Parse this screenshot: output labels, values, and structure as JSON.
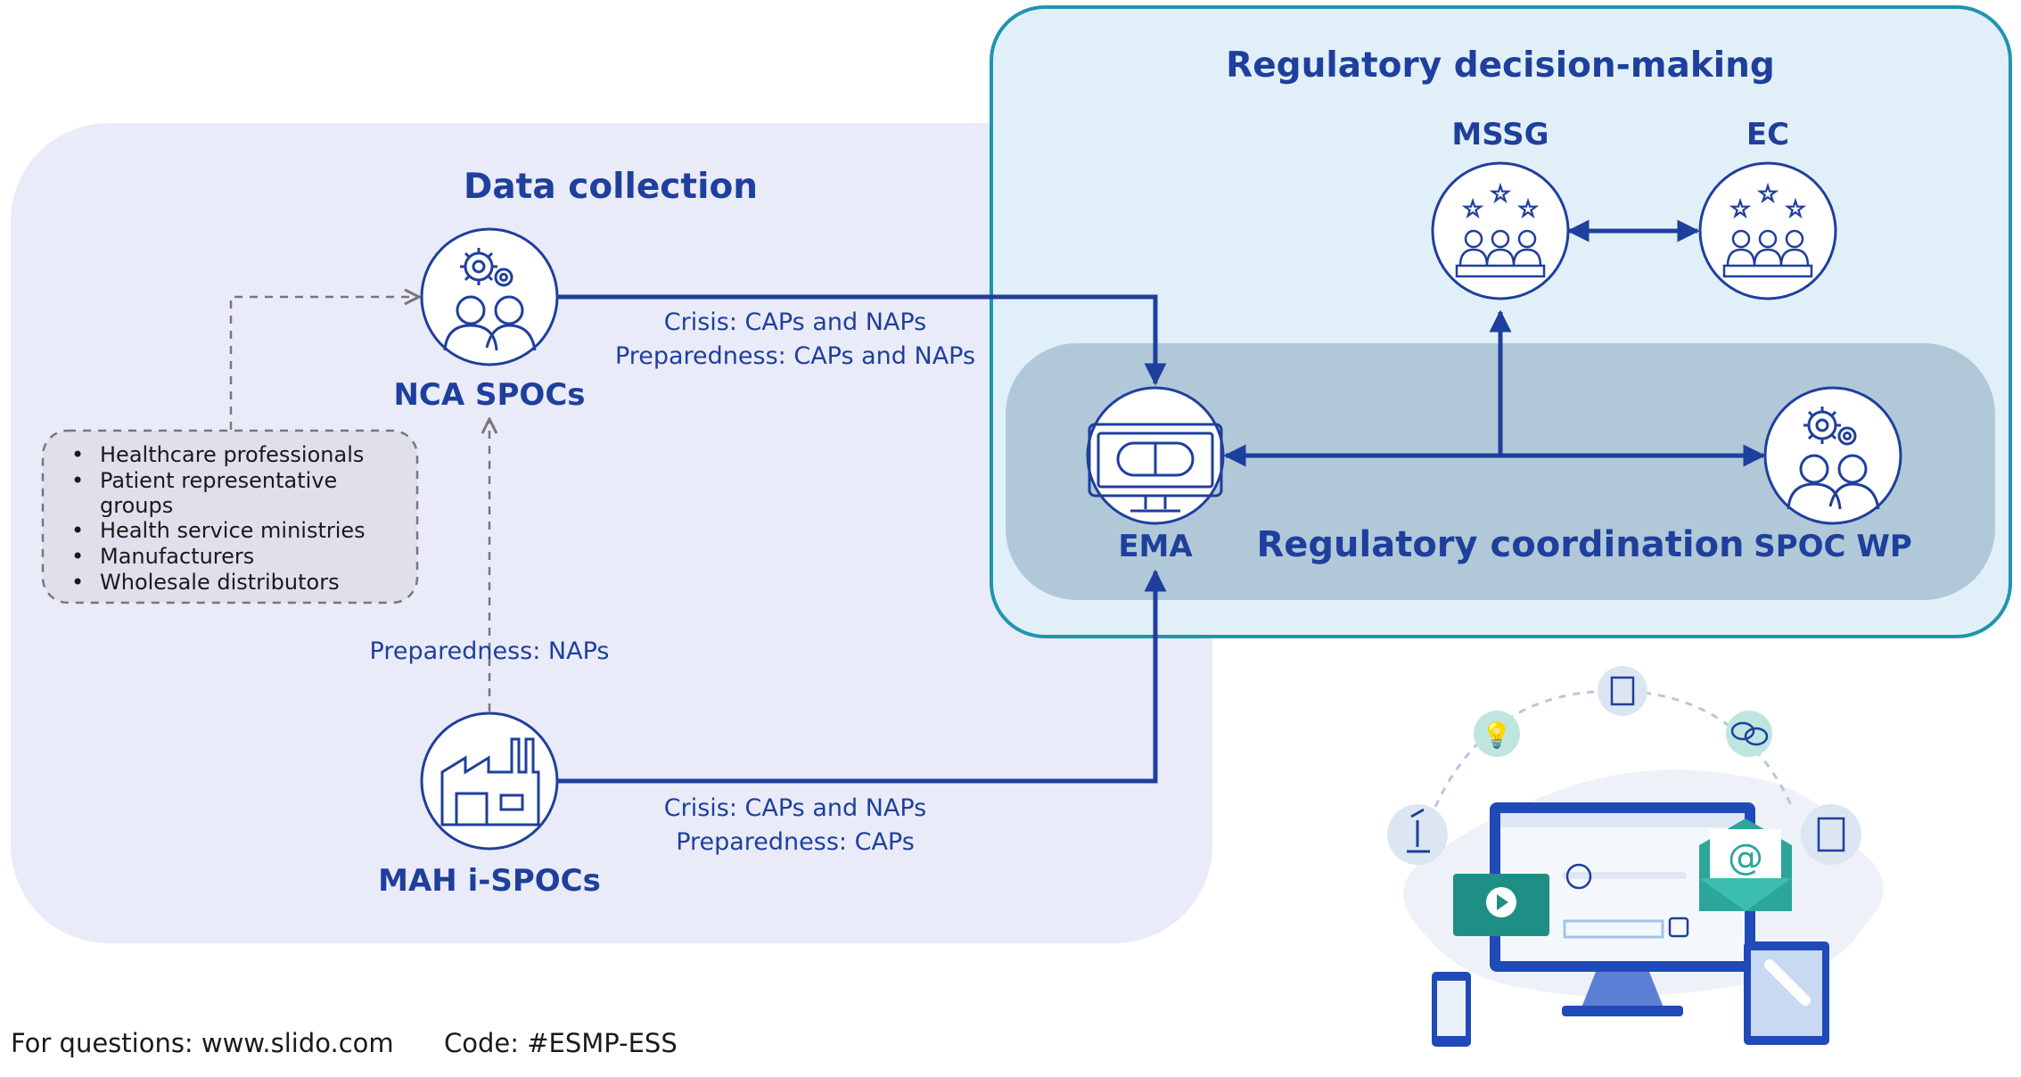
{
  "regions": {
    "data_collection": "Data collection",
    "regulatory_decision_making": "Regulatory decision-making",
    "regulatory_coordination": "Regulatory coordination"
  },
  "nodes": {
    "nca_spocs": "NCA SPOCs",
    "mah_ispocs": "MAH i-SPOCs",
    "ema": "EMA",
    "mssg": "MSSG",
    "ec": "EC",
    "spoc_wp": "SPOC WP"
  },
  "stakeholders": {
    "items": [
      "Healthcare professionals",
      "Patient representative",
      "groups",
      "Health service ministries",
      "Manufacturers",
      "Wholesale distributors"
    ]
  },
  "flows": {
    "nca_to_ema_line1": "Crisis: CAPs and NAPs",
    "nca_to_ema_line2": "Preparedness: CAPs and NAPs",
    "mah_to_nca": "Preparedness: NAPs",
    "mah_to_ema_line1": "Crisis: CAPs and NAPs",
    "mah_to_ema_line2": "Preparedness: CAPs"
  },
  "footer": {
    "text": "For questions: www.slido.com",
    "code": "Code: #ESMP-ESS"
  },
  "colors": {
    "primary_blue": "#1f3f9d",
    "data_collection_bg": "#e9ebf8",
    "decision_bg": "#e1f0f8",
    "decision_border": "#1f95b0",
    "coordination_bg": "#b1c8d8"
  }
}
